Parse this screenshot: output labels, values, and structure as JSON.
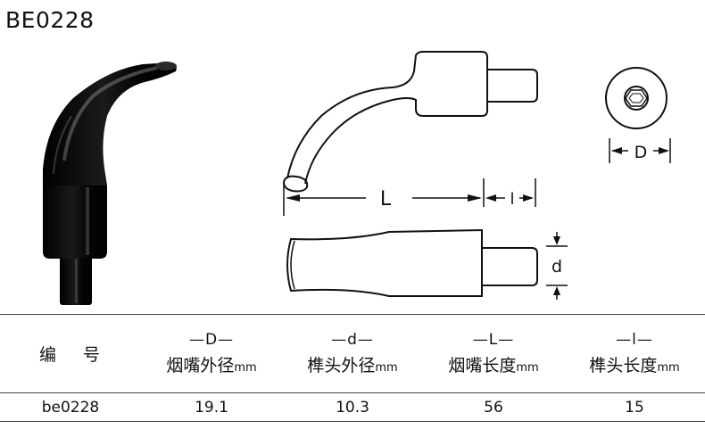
{
  "model_code": "BE0228",
  "diagram_labels": {
    "length_L": "L",
    "length_l": "l",
    "diameter_D": "D",
    "diameter_d": "d"
  },
  "table": {
    "code_header_a": "编",
    "code_header_b": "号",
    "columns": [
      {
        "symbol": "—D—",
        "name": "烟嘴外径",
        "unit": "mm"
      },
      {
        "symbol": "—d—",
        "name": "榫头外径",
        "unit": "mm"
      },
      {
        "symbol": "—L—",
        "name": "烟嘴长度",
        "unit": "mm"
      },
      {
        "symbol": "—l—",
        "name": "榫头长度",
        "unit": "mm"
      }
    ],
    "row": {
      "code": "be0228",
      "D": "19.1",
      "d": "10.3",
      "L": "56",
      "l": "15"
    }
  },
  "colors": {
    "text": "#111111",
    "line": "#444444",
    "photo_body": "#0a0a0a"
  }
}
